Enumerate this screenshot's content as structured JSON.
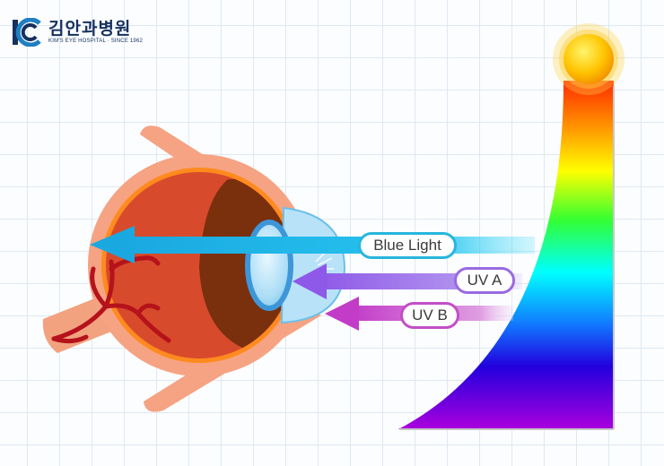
{
  "logo": {
    "name": "김안과병원",
    "subtitle": "KIM'S EYE HOSPITAL · SINCE 1962",
    "color": "#16305f"
  },
  "rays": [
    {
      "label": "Blue Light",
      "color": "#27b6dd"
    },
    {
      "label": "UV A",
      "color": "#9a6ae0"
    },
    {
      "label": "UV B",
      "color": "#c24fc6"
    }
  ],
  "colors": {
    "eyeball": "#d84a2c",
    "sclera_rim": "#f5a383",
    "iris_dark": "#7a2f0d",
    "vessels": "#b5121b",
    "sun": "#ffb300"
  }
}
